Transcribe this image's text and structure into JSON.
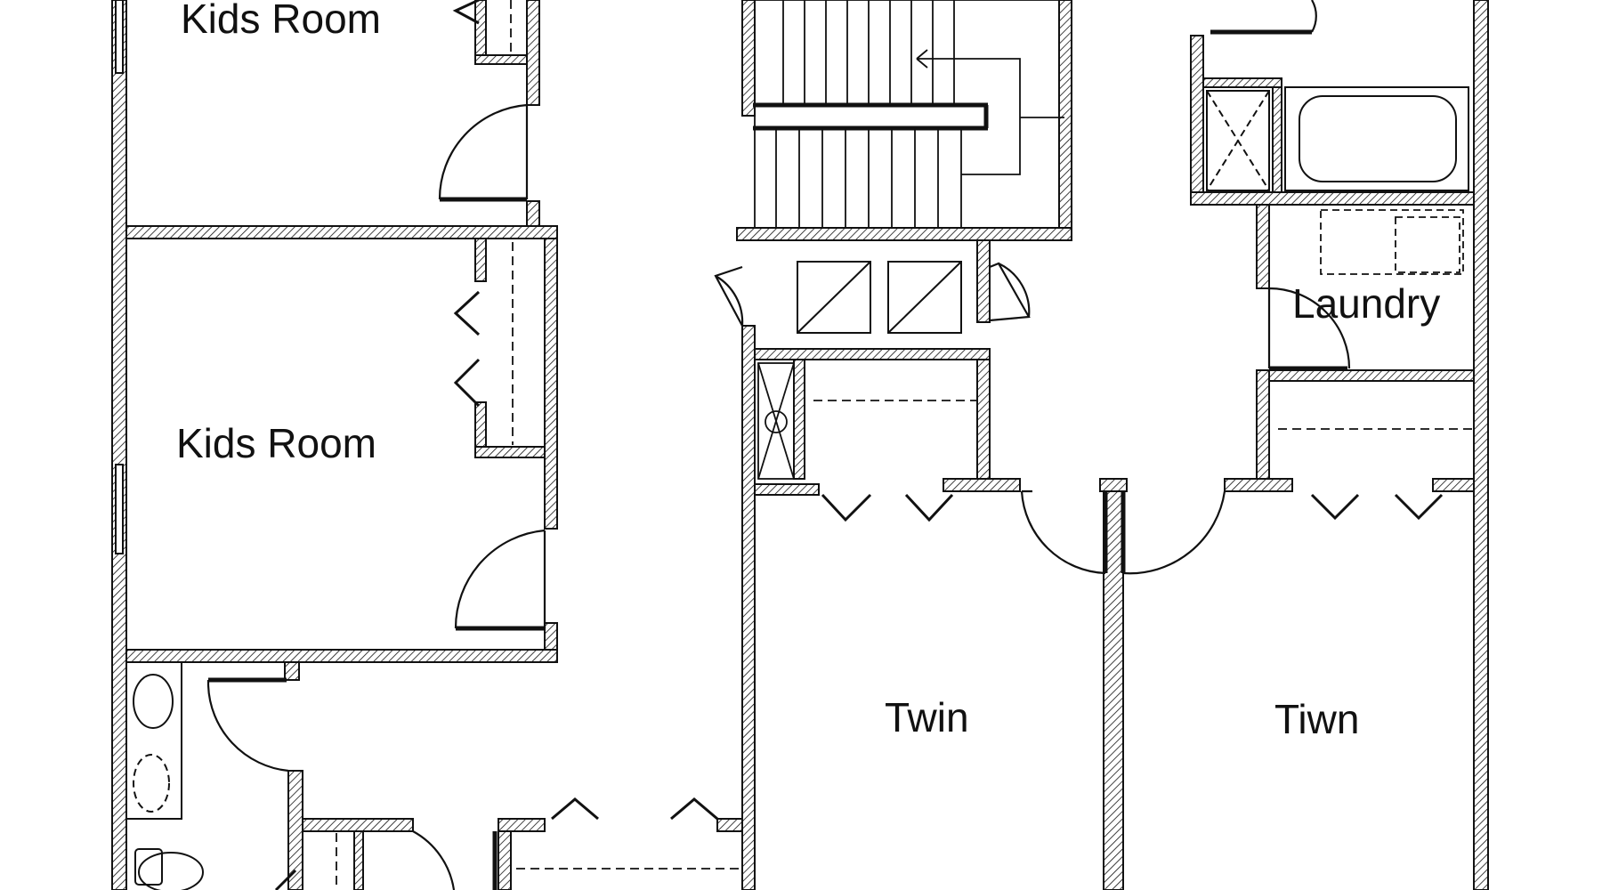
{
  "rooms": {
    "kids_room_top": "Kids Room",
    "kids_room_middle": "Kids Room",
    "laundry": "Laundry",
    "twin_left": "Twin",
    "twin_right": "Tiwn"
  },
  "colors": {
    "background": "#ffffff",
    "line": "#111111"
  },
  "icons": [
    "stair-arrow-icon",
    "bathtub-icon",
    "shower-icon",
    "sink-icon",
    "toilet-icon",
    "washer-dryer-icon",
    "closet-icon",
    "door-swing-icon"
  ]
}
